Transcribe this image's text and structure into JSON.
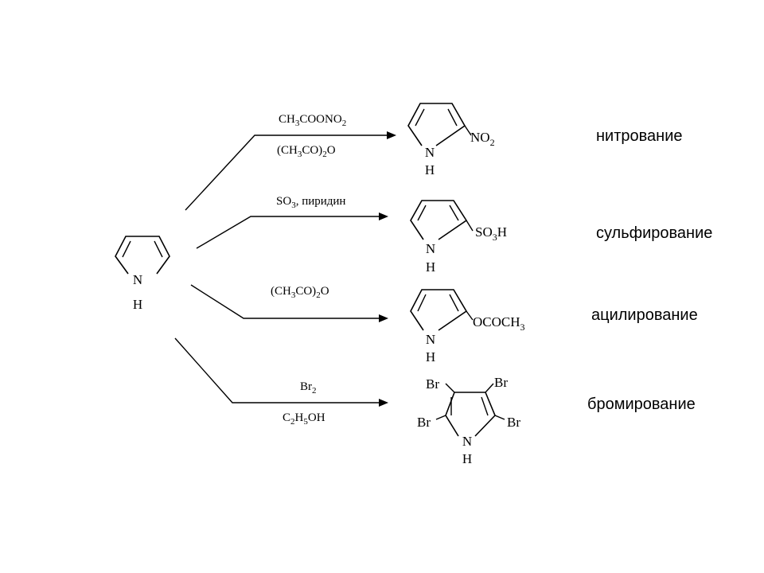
{
  "start": {
    "n": "N",
    "h": "H"
  },
  "reactions": [
    {
      "reagent_above": {
        "main": "CH",
        "s1": "3",
        "mid": "COONO",
        "s2": "2"
      },
      "reagent_below": {
        "p1": "(CH",
        "s1": "3",
        "p2": "CO)",
        "s2": "2",
        "p3": "O"
      },
      "product": {
        "n": "N",
        "h": "H",
        "sub_main": "NO",
        "sub_sub": "2",
        "sub_tail": ""
      },
      "name": "нитрование"
    },
    {
      "reagent_above": {
        "main": "SO",
        "s1": "3",
        "mid": ", пиридин",
        "s2": ""
      },
      "reagent_below": null,
      "product": {
        "n": "N",
        "h": "H",
        "sub_main": "SO",
        "sub_sub": "3",
        "sub_tail": "H"
      },
      "name": "сульфирование"
    },
    {
      "reagent_above": {
        "p1": "(CH",
        "s1": "3",
        "p2": "CO)",
        "s2": "2",
        "p3": "O"
      },
      "reagent_below": null,
      "product": {
        "n": "N",
        "h": "H",
        "sub_main": "OCOCH",
        "sub_sub": "3",
        "sub_tail": ""
      },
      "name": "ацилирование"
    },
    {
      "reagent_above": {
        "main": "Br",
        "s1": "2"
      },
      "reagent_below": {
        "p1": "C",
        "s1": "2",
        "p2": "H",
        "s2": "5",
        "p3": "OH"
      },
      "product": {
        "n": "N",
        "h": "H",
        "br_tl": "Br",
        "br_tr": "Br",
        "br_l": "Br",
        "br_r": "Br"
      },
      "name": "бромирование"
    }
  ]
}
